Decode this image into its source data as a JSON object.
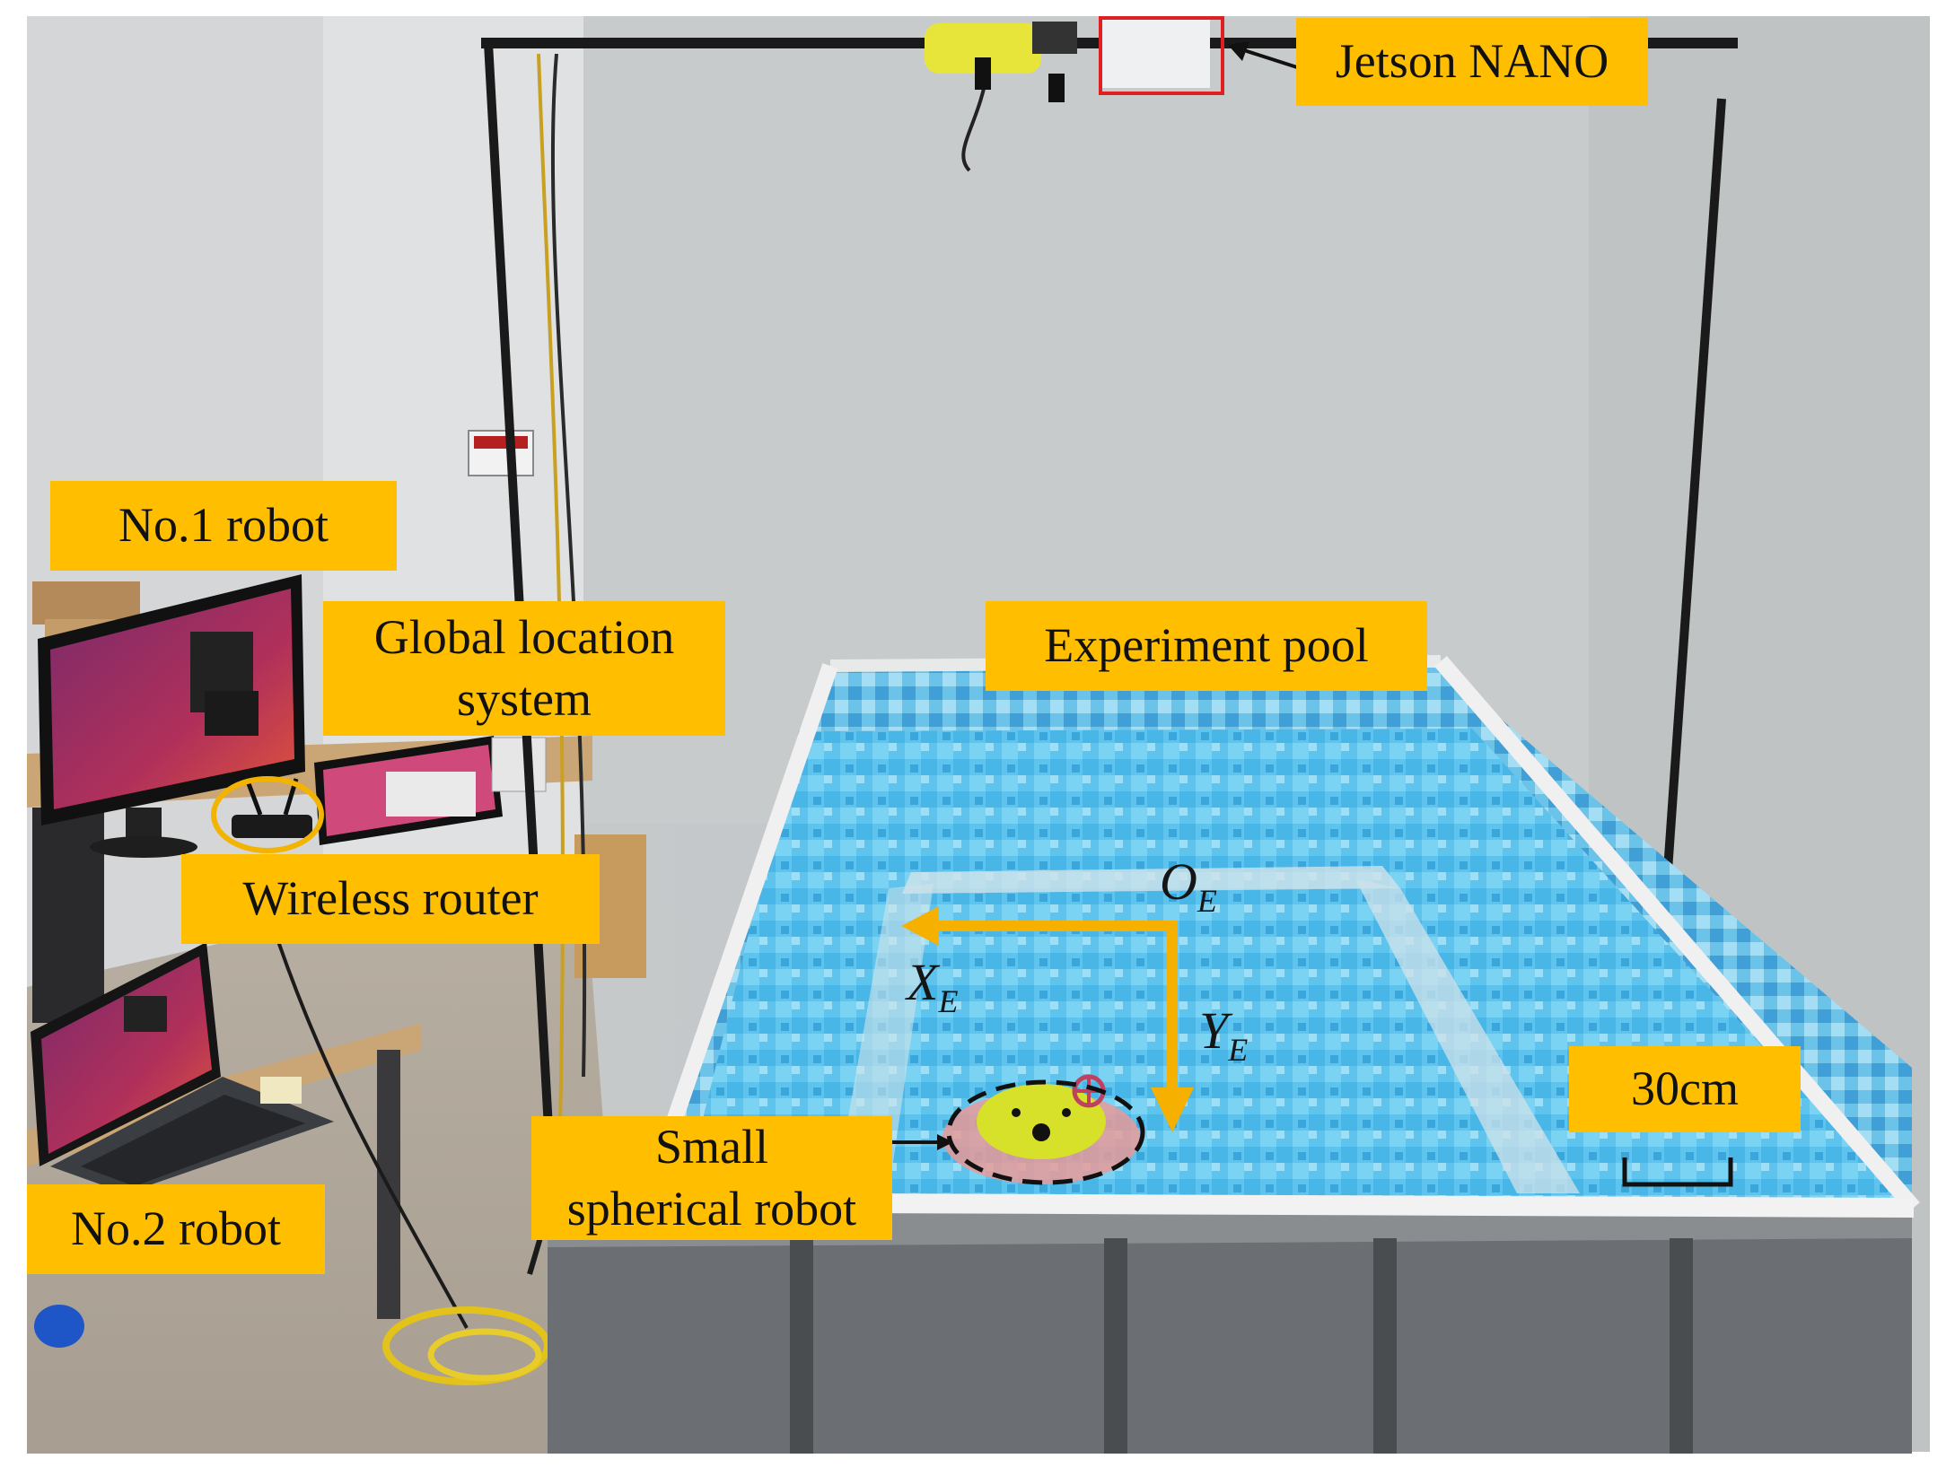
{
  "labels": {
    "jetson": "Jetson NANO",
    "no1": "No.1 robot",
    "gls": "Global location\nsystem",
    "pool": "Experiment pool",
    "router": "Wireless router",
    "no2": "No.2 robot",
    "robot": "Small\nspherical robot",
    "scale": "30cm"
  },
  "axes": {
    "origin": "O",
    "origin_sub": "E",
    "x": "X",
    "x_sub": "E",
    "y": "Y",
    "y_sub": "E"
  },
  "colors": {
    "label_bg": "#ffbf00",
    "axis_arrow": "#f5b000",
    "highlight_box": "#e02020",
    "router_circle": "#f2b400",
    "water": "#5ec4ee"
  }
}
